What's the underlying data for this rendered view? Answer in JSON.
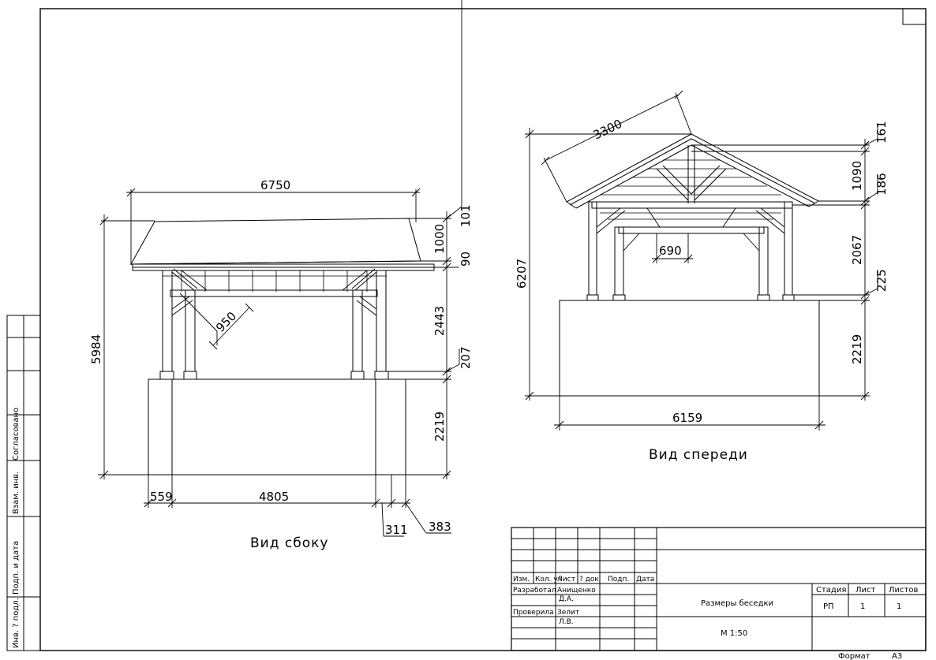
{
  "side_view": {
    "title": "Вид сбоку",
    "dims": {
      "roof_width": "6750",
      "total_height": "5984",
      "roof_height": "1000",
      "roof_top": "101",
      "roof_fascia": "90",
      "post_height": "2443",
      "plinth_gap": "207",
      "base_height": "2219",
      "brace": "950",
      "left_offset": "559",
      "base_span": "4805",
      "right_offset_a": "311",
      "right_offset_b": "383"
    }
  },
  "front_view": {
    "title": "Вид спереди",
    "dims": {
      "rafter": "3300",
      "total_height": "6207",
      "ridge": "161",
      "roof_height": "1090",
      "eave": "186",
      "post_height": "2067",
      "plinth_gap": "225",
      "base_height": "2219",
      "base_width": "6159",
      "bracket": "690"
    }
  },
  "left_strip": {
    "agreed": "Согласовано",
    "inv_replace": "Взам. инв.",
    "sign_date": "Подп. и дата",
    "inv_orig": "Инв. ? подл."
  },
  "title_block": {
    "headers": [
      "Изм.",
      "Кол. уч",
      "Лист",
      "? док",
      "Подп.",
      "Дата"
    ],
    "developed_label": "Разработал",
    "developed_name": "Анищенко",
    "developed_initials": "Д.А.",
    "checked_label": "Проверила",
    "checked_name": "Зелит",
    "checked_initials": "Л.В.",
    "title": "Размеры беседки",
    "scale": "М 1:50",
    "stage_h": "Стадия",
    "sheet_h": "Лист",
    "sheets_h": "Листов",
    "stage": "РП",
    "sheet": "1",
    "sheets": "1",
    "format_label": "Формат",
    "format": "А3"
  }
}
